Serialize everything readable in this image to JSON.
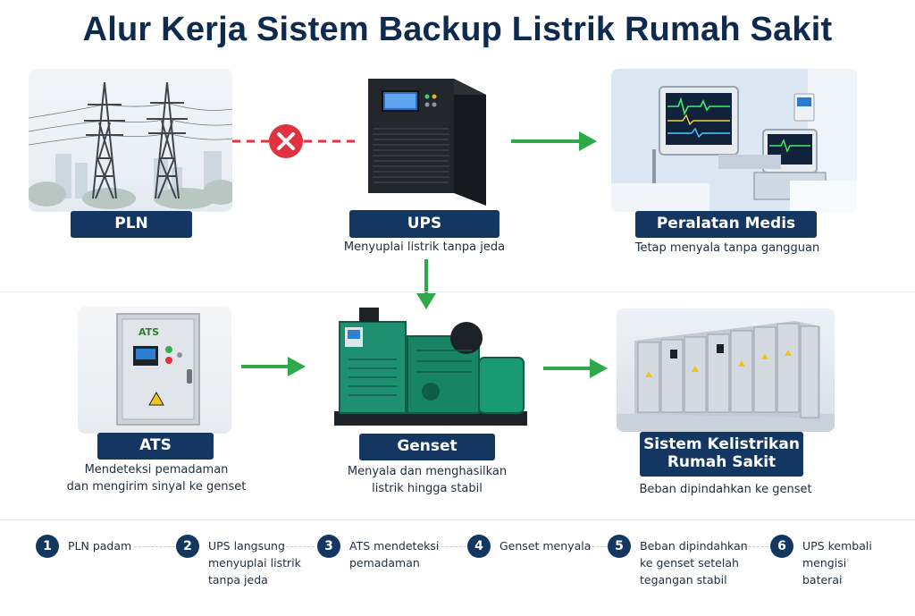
{
  "title": "Alur Kerja Sistem Backup Listrik Rumah Sakit",
  "nodes": {
    "pln": {
      "label": "PLN"
    },
    "ups": {
      "label": "UPS",
      "desc": "Menyuplai listrik tanpa jeda"
    },
    "medis": {
      "label": "Peralatan Medis",
      "desc": "Tetap menyala tanpa gangguan"
    },
    "ats": {
      "label": "ATS",
      "desc_line1": "Mendeteksi pemadaman",
      "desc_line2": "dan mengirim sinyal ke genset",
      "panel_text": "ATS"
    },
    "genset": {
      "label": "Genset",
      "desc_line1": "Menyala dan menghasilkan",
      "desc_line2": "listrik hingga stabil"
    },
    "sistem": {
      "label_line1": "Sistem Kelistrikan",
      "label_line2": "Rumah Sakit",
      "desc": "Beban dipindahkan ke genset"
    }
  },
  "colors": {
    "navy": "#143761",
    "arrow_green": "#2fa84a",
    "cross_red": "#e0323f"
  },
  "steps": [
    {
      "num": "1",
      "lines": [
        "PLN padam"
      ]
    },
    {
      "num": "2",
      "lines": [
        "UPS langsung",
        "menyuplai listrik",
        "tanpa jeda"
      ]
    },
    {
      "num": "3",
      "lines": [
        "ATS mendeteksi",
        "pemadaman"
      ]
    },
    {
      "num": "4",
      "lines": [
        "Genset menyala"
      ]
    },
    {
      "num": "5",
      "lines": [
        "Beban dipindahkan",
        "ke genset setelah",
        "tegangan stabil"
      ]
    },
    {
      "num": "6",
      "lines": [
        "UPS kembali",
        "mengisi",
        "baterai"
      ]
    }
  ]
}
